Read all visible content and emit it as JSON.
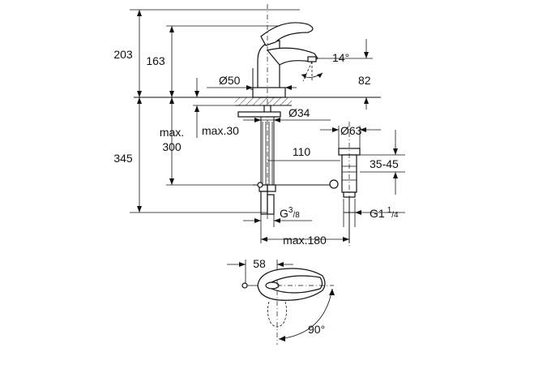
{
  "dimensions": {
    "d203": "203",
    "d163": "163",
    "d345": "345",
    "max_label": "max.",
    "d300": "300",
    "max30": "max.30",
    "d110": "110",
    "dia50": "Ø50",
    "dia34": "Ø34",
    "dia63": "Ø63",
    "angle14": "14°",
    "d82": "82",
    "range35_45": "35-45",
    "g38_base": "G",
    "g38_num": "3",
    "g38_den": "/8",
    "g114_base": "G1",
    "g114_num": "1",
    "g114_den": "/4",
    "max180": "max.180",
    "d58": "58",
    "angle90": "90°"
  }
}
